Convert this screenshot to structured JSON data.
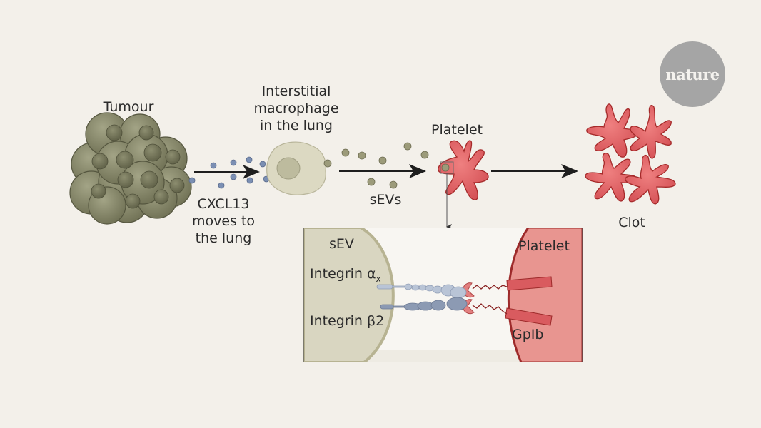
{
  "logo": {
    "text": "nature"
  },
  "labels": {
    "tumour": "Tumour",
    "macrophage_line1": "Interstitial",
    "macrophage_line2": "macrophage",
    "macrophage_line3": "in the lung",
    "platelet": "Platelet",
    "clot": "Clot",
    "cxcl13_line1": "CXCL13",
    "cxcl13_line2": "moves to",
    "cxcl13_line3": "the lung",
    "sevs": "sEVs"
  },
  "inset": {
    "sev": "sEV",
    "platelet": "Platelet",
    "integrin_ax_base": "Integrin α",
    "integrin_ax_sub": "x",
    "integrin_b2": "Integrin β2",
    "gplb": "GpIb"
  },
  "colors": {
    "background": "#f3f0ea",
    "tumour": "#8a8b6c",
    "macrophage": "#dcd9c2",
    "cxcl13_dot": "#7b8fb3",
    "sev_dot": "#9c9b7a",
    "platelet": "#df5f5f",
    "platelet_outline": "#a52a2a",
    "inset_sev": "#d9d6c1",
    "inset_platelet": "#e89590",
    "integrin_ax": "#b9c4d6",
    "integrin_b2": "#8c9ab3",
    "logo": "#a5a5a5"
  }
}
